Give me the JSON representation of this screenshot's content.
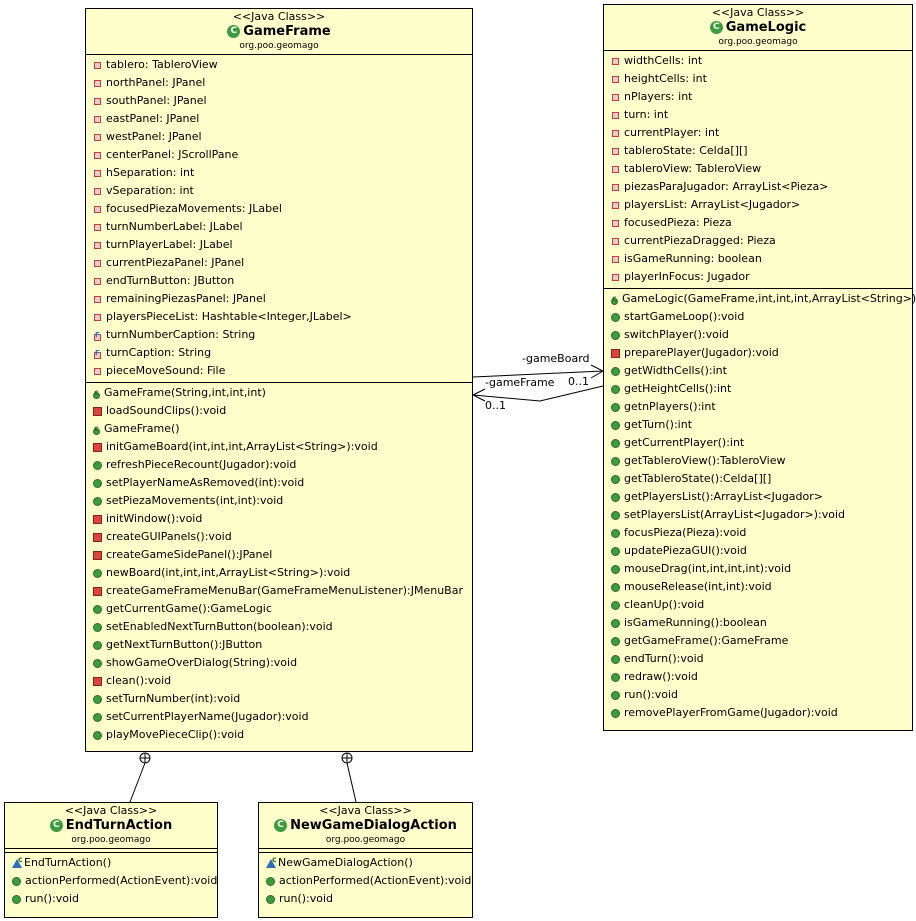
{
  "stereotype": "<<Java Class>>",
  "package": "org.poo.geomago",
  "class_icon": "class-icon",
  "classes": {
    "gameframe": {
      "name": "GameFrame",
      "fields": [
        {
          "icon": "private-field",
          "text": "tablero: TableroView"
        },
        {
          "icon": "private-field",
          "text": "northPanel: JPanel"
        },
        {
          "icon": "private-field",
          "text": "southPanel: JPanel"
        },
        {
          "icon": "private-field",
          "text": "eastPanel: JPanel"
        },
        {
          "icon": "private-field",
          "text": "westPanel: JPanel"
        },
        {
          "icon": "private-field",
          "text": "centerPanel: JScrollPane"
        },
        {
          "icon": "private-field",
          "text": "hSeparation: int"
        },
        {
          "icon": "private-field",
          "text": "vSeparation: int"
        },
        {
          "icon": "private-field",
          "text": "focusedPiezaMovements: JLabel"
        },
        {
          "icon": "private-field",
          "text": "turnNumberLabel: JLabel"
        },
        {
          "icon": "private-field",
          "text": "turnPlayerLabel: JLabel"
        },
        {
          "icon": "private-field",
          "text": "currentPiezaPanel: JPanel"
        },
        {
          "icon": "private-field",
          "text": "endTurnButton: JButton"
        },
        {
          "icon": "private-field",
          "text": "remainingPiezasPanel: JPanel"
        },
        {
          "icon": "private-field",
          "text": "playersPieceList: Hashtable<Integer,JLabel>"
        },
        {
          "icon": "final-field",
          "text": "turnNumberCaption: String"
        },
        {
          "icon": "final-field",
          "text": "turnCaption: String"
        },
        {
          "icon": "private-field",
          "text": "pieceMoveSound: File"
        }
      ],
      "methods": [
        {
          "icon": "constructor",
          "text": "GameFrame(String,int,int,int)"
        },
        {
          "icon": "private-method",
          "text": "loadSoundClips():void"
        },
        {
          "icon": "constructor",
          "text": "GameFrame()"
        },
        {
          "icon": "private-method",
          "text": "initGameBoard(int,int,int,ArrayList<String>):void"
        },
        {
          "icon": "public-method",
          "text": "refreshPieceRecount(Jugador):void"
        },
        {
          "icon": "public-method",
          "text": "setPlayerNameAsRemoved(int):void"
        },
        {
          "icon": "public-method",
          "text": "setPiezaMovements(int,int):void"
        },
        {
          "icon": "private-method",
          "text": "initWindow():void"
        },
        {
          "icon": "private-method",
          "text": "createGUIPanels():void"
        },
        {
          "icon": "private-method",
          "text": "createGameSidePanel():JPanel"
        },
        {
          "icon": "public-method",
          "text": "newBoard(int,int,int,ArrayList<String>):void"
        },
        {
          "icon": "private-method",
          "text": "createGameFrameMenuBar(GameFrameMenuListener):JMenuBar"
        },
        {
          "icon": "public-method",
          "text": "getCurrentGame():GameLogic"
        },
        {
          "icon": "public-method",
          "text": "setEnabledNextTurnButton(boolean):void"
        },
        {
          "icon": "public-method",
          "text": "getNextTurnButton():JButton"
        },
        {
          "icon": "public-method",
          "text": "showGameOverDialog(String):void"
        },
        {
          "icon": "private-method",
          "text": "clean():void"
        },
        {
          "icon": "public-method",
          "text": "setTurnNumber(int):void"
        },
        {
          "icon": "public-method",
          "text": "setCurrentPlayerName(Jugador):void"
        },
        {
          "icon": "public-method",
          "text": "playMovePieceClip():void"
        }
      ]
    },
    "gamelogic": {
      "name": "GameLogic",
      "fields": [
        {
          "icon": "private-field",
          "text": "widthCells: int"
        },
        {
          "icon": "private-field",
          "text": "heightCells: int"
        },
        {
          "icon": "private-field",
          "text": "nPlayers: int"
        },
        {
          "icon": "private-field",
          "text": "turn: int"
        },
        {
          "icon": "private-field",
          "text": "currentPlayer: int"
        },
        {
          "icon": "private-field",
          "text": "tableroState: Celda[][]"
        },
        {
          "icon": "private-field",
          "text": "tableroView: TableroView"
        },
        {
          "icon": "private-field",
          "text": "piezasParaJugador: ArrayList<Pieza>"
        },
        {
          "icon": "private-field",
          "text": "playersList: ArrayList<Jugador>"
        },
        {
          "icon": "private-field",
          "text": "focusedPieza: Pieza"
        },
        {
          "icon": "private-field",
          "text": "currentPiezaDragged: Pieza"
        },
        {
          "icon": "private-field",
          "text": "isGameRunning: boolean"
        },
        {
          "icon": "private-field",
          "text": "playerInFocus: Jugador"
        }
      ],
      "methods": [
        {
          "icon": "constructor",
          "text": "GameLogic(GameFrame,int,int,int,ArrayList<String>)"
        },
        {
          "icon": "public-method",
          "text": "startGameLoop():void"
        },
        {
          "icon": "public-method",
          "text": "switchPlayer():void"
        },
        {
          "icon": "private-method",
          "text": "preparePlayer(Jugador):void"
        },
        {
          "icon": "public-method",
          "text": "getWidthCells():int"
        },
        {
          "icon": "public-method",
          "text": "getHeightCells():int"
        },
        {
          "icon": "public-method",
          "text": "getnPlayers():int"
        },
        {
          "icon": "public-method",
          "text": "getTurn():int"
        },
        {
          "icon": "public-method",
          "text": "getCurrentPlayer():int"
        },
        {
          "icon": "public-method",
          "text": "getTableroView():TableroView"
        },
        {
          "icon": "public-method",
          "text": "getTableroState():Celda[][]"
        },
        {
          "icon": "public-method",
          "text": "getPlayersList():ArrayList<Jugador>"
        },
        {
          "icon": "public-method",
          "text": "setPlayersList(ArrayList<Jugador>):void"
        },
        {
          "icon": "public-method",
          "text": "focusPieza(Pieza):void"
        },
        {
          "icon": "public-method",
          "text": "updatePiezaGUI():void"
        },
        {
          "icon": "public-method",
          "text": "mouseDrag(int,int,int,int):void"
        },
        {
          "icon": "public-method",
          "text": "mouseRelease(int,int):void"
        },
        {
          "icon": "public-method",
          "text": "cleanUp():void"
        },
        {
          "icon": "public-method",
          "text": "isGameRunning():boolean"
        },
        {
          "icon": "public-method",
          "text": "getGameFrame():GameFrame"
        },
        {
          "icon": "public-method",
          "text": "endTurn():void"
        },
        {
          "icon": "public-method",
          "text": "redraw():void"
        },
        {
          "icon": "public-method",
          "text": "run():void"
        },
        {
          "icon": "public-method",
          "text": "removePlayerFromGame(Jugador):void"
        }
      ]
    },
    "endturnaction": {
      "name": "EndTurnAction",
      "fields": [],
      "methods": [
        {
          "icon": "package-constructor",
          "text": "EndTurnAction()"
        },
        {
          "icon": "public-method",
          "text": "actionPerformed(ActionEvent):void"
        },
        {
          "icon": "public-method",
          "text": "run():void"
        }
      ]
    },
    "newgamedialogaction": {
      "name": "NewGameDialogAction",
      "fields": [],
      "methods": [
        {
          "icon": "package-constructor",
          "text": "NewGameDialogAction()"
        },
        {
          "icon": "public-method",
          "text": "actionPerformed(ActionEvent):void"
        },
        {
          "icon": "public-method",
          "text": "run():void"
        }
      ]
    }
  },
  "associations": {
    "gameboard_role": "-gameBoard",
    "gameboard_mult": "0..1",
    "gameframe_role": "-gameFrame",
    "gameframe_mult": "0..1"
  }
}
